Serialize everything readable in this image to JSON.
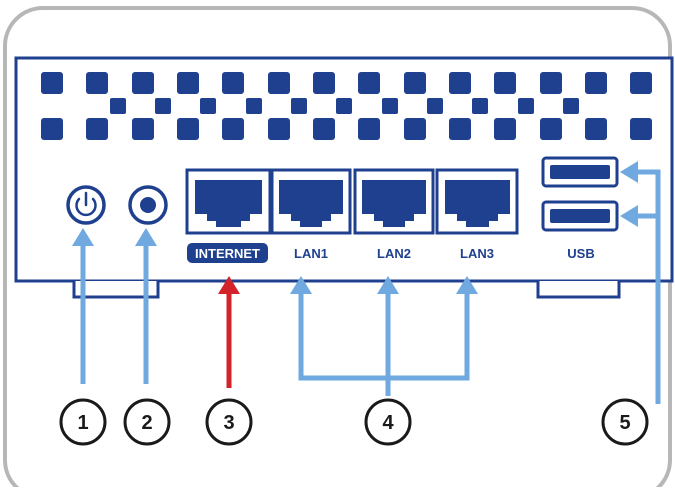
{
  "ports": {
    "internet_label": "INTERNET",
    "lan1_label": "LAN1",
    "lan2_label": "LAN2",
    "lan3_label": "LAN3",
    "usb_label": "USB"
  },
  "callouts": {
    "c1": "1",
    "c2": "2",
    "c3": "3",
    "c4": "4",
    "c5": "5"
  },
  "colors": {
    "device_blue": "#1f3f8f",
    "arrow_blue": "#6fa9df",
    "arrow_red": "#d2232a",
    "frame_gray": "#b7b7b7"
  },
  "icons": {
    "power_button": "power-icon",
    "reset_button": "reset-icon"
  }
}
